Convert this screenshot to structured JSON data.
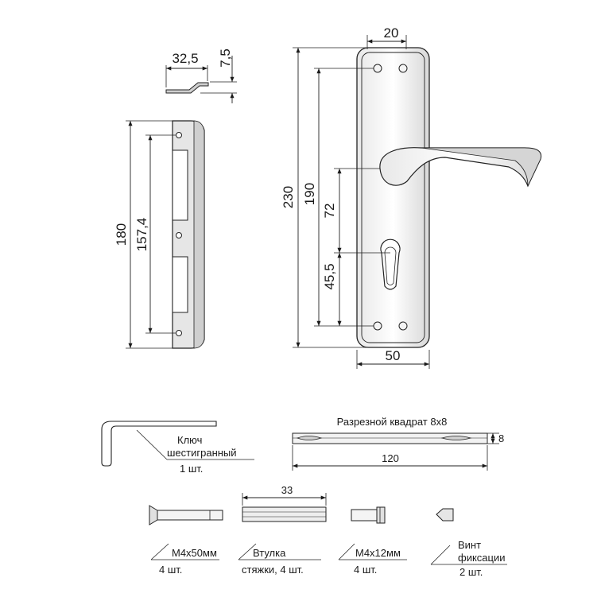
{
  "strike_plate": {
    "length": "180",
    "hole_spacing": "157,4"
  },
  "tongue": {
    "width": "32,5",
    "height": "7,5"
  },
  "handle_plate": {
    "total_height": "230",
    "mount_spacing": "190",
    "handle_to_cylinder": "72",
    "cylinder_to_bottom": "45,5",
    "top_hole_spacing": "20",
    "width": "50"
  },
  "accessories": {
    "hex_key": {
      "line1": "Ключ",
      "line2": "шестигранный",
      "qty": "1 шт."
    },
    "spindle": {
      "title": "Разрезной квадрат 8х8",
      "thickness": "8",
      "length": "120"
    },
    "screw_long": {
      "name": "М4х50мм",
      "qty": "4 шт."
    },
    "bushing": {
      "length": "33",
      "name": "Втулка",
      "qty": "стяжки, 4 шт."
    },
    "screw_short": {
      "name": "М4х12мм",
      "qty": "4 шт."
    },
    "set_screw": {
      "line1": "Винт",
      "line2": "фиксации",
      "qty": "2 шт."
    }
  }
}
